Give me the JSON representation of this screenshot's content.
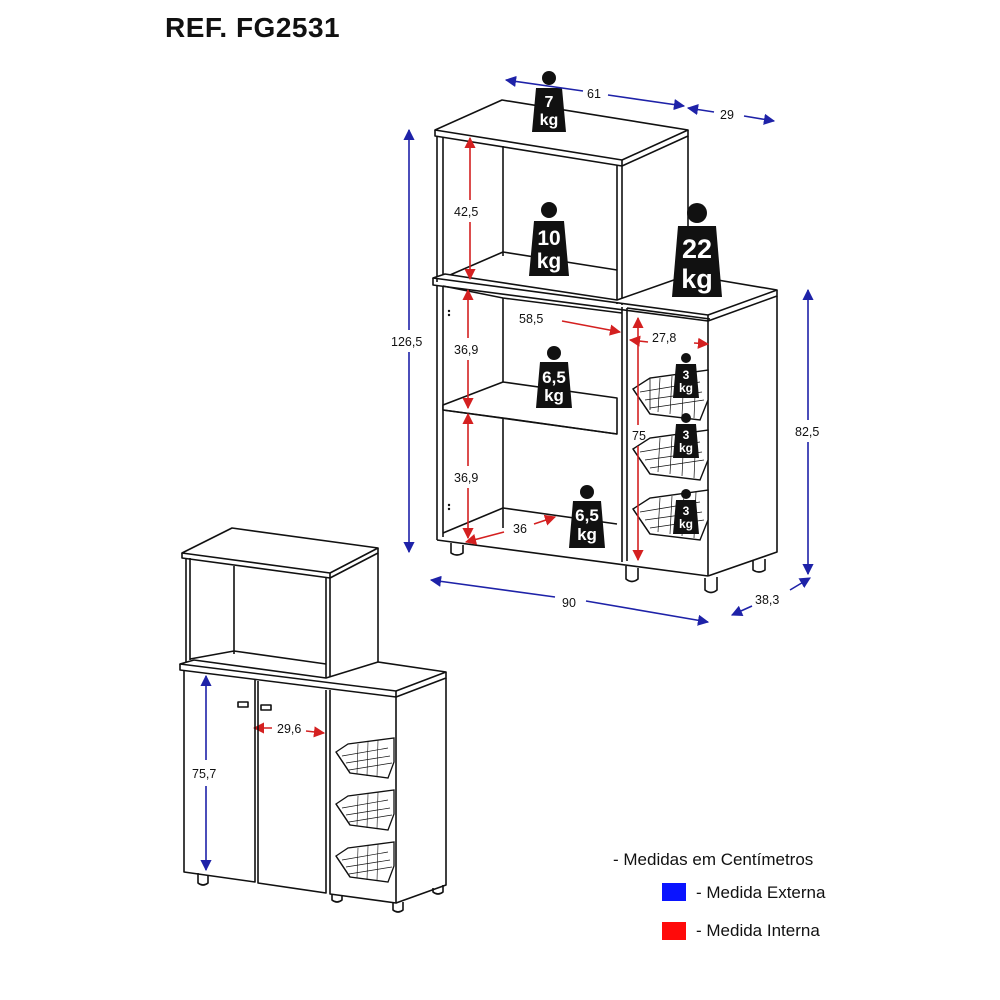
{
  "title": "REF. FG2531",
  "colors": {
    "external": "#1e22a8",
    "internal": "#d42020",
    "legend_external": "#0a14ff",
    "legend_internal": "#ff0a0a"
  },
  "dimensions": {
    "top_width": "61",
    "top_depth": "29",
    "total_height": "126,5",
    "top_niche_height": "42,5",
    "middle_width": "58,5",
    "shelf_height_1": "36,9",
    "shelf_height_2": "36,9",
    "bottom_depth": "36",
    "basket_width": "27,8",
    "basket_height": "75",
    "side_height": "82,5",
    "total_width": "90",
    "total_depth": "38,3",
    "door_height": "75,7",
    "door_width": "29,6"
  },
  "weights": {
    "top": [
      "7",
      "kg"
    ],
    "niche": [
      "10",
      "kg"
    ],
    "side_top": [
      "22",
      "kg"
    ],
    "shelf_middle": [
      "6,5",
      "kg"
    ],
    "shelf_bottom": [
      "6,5",
      "kg"
    ],
    "baskets": [
      [
        "3",
        "kg"
      ],
      [
        "3",
        "kg"
      ],
      [
        "3",
        "kg"
      ]
    ]
  },
  "legend": {
    "units": "- Medidas em Centímetros",
    "external": "- Medida Externa",
    "internal": "- Medida Interna"
  }
}
